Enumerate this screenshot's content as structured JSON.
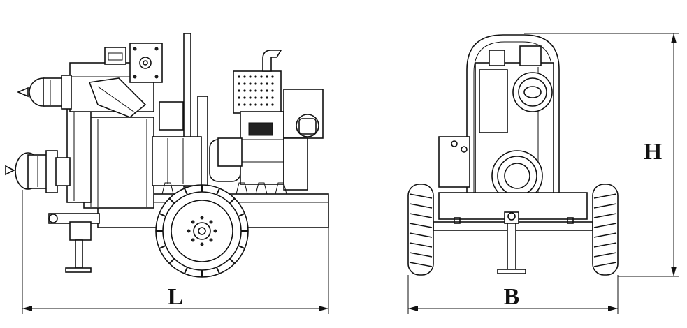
{
  "dimensions": {
    "length_label": "L",
    "width_label": "B",
    "height_label": "H"
  }
}
